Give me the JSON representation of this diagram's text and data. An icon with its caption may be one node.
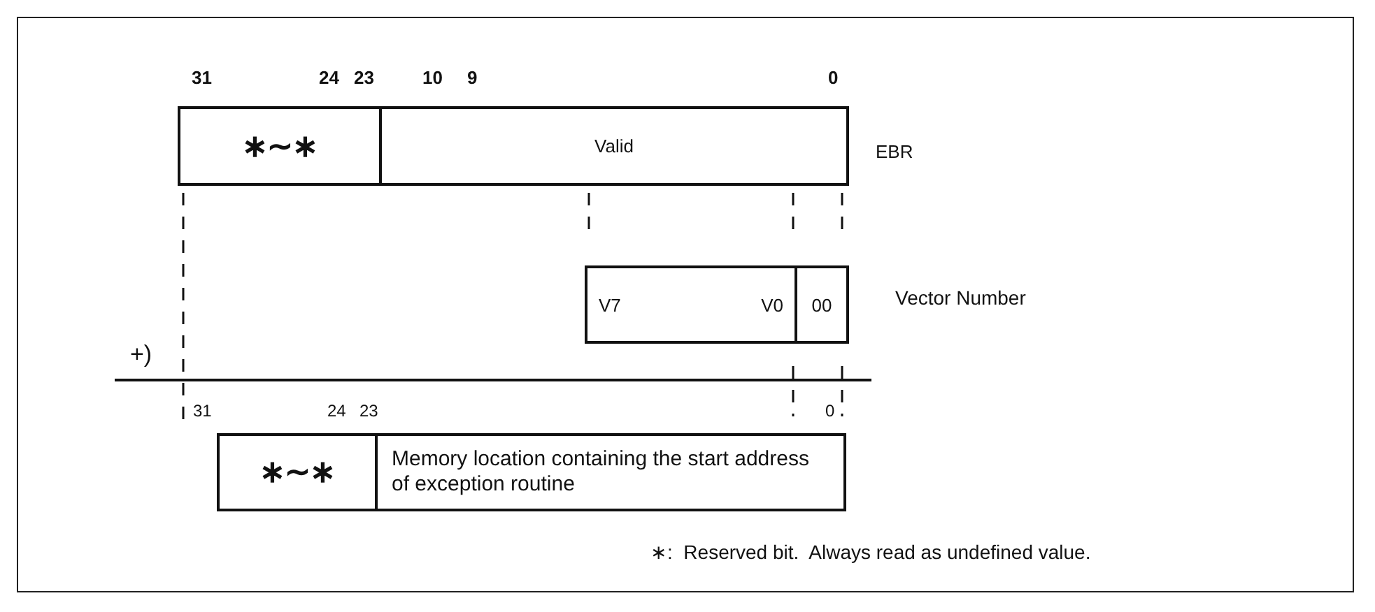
{
  "diagram": {
    "nodes": [
      {
        "text": [
          "∗∼∗"
        ]
      },
      {
        "text": [
          "Valid"
        ]
      },
      {
        "text": [
          "V7",
          "V0"
        ]
      },
      {
        "text": [
          "00"
        ]
      },
      {
        "text": [
          "∗∼∗"
        ]
      },
      {
        "text": [
          "Memory location containing the start address of exception routine"
        ]
      }
    ],
    "labels": [
      "31",
      "24",
      "23",
      "10",
      "9",
      "0",
      "EBR",
      "Vector Number",
      "+)",
      "31",
      "24",
      "23",
      "0",
      "∗:  Reserved bit.  Always read as undefined value."
    ]
  }
}
